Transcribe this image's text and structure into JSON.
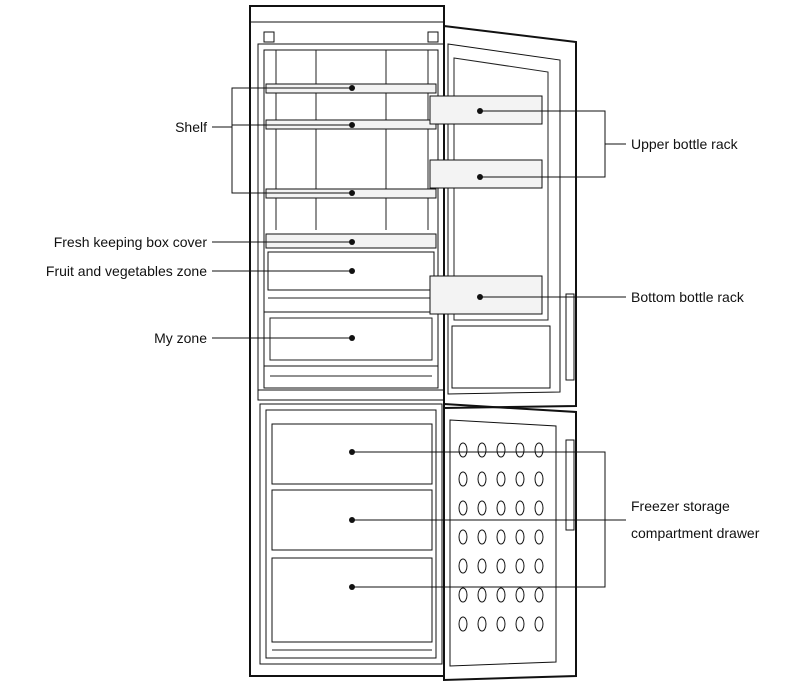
{
  "labels": {
    "shelf": "Shelf",
    "fresh_keeping_box_cover": "Fresh keeping box cover",
    "fruit_and_vegetables_zone": "Fruit and vegetables zone",
    "my_zone": "My zone",
    "upper_bottle_rack": "Upper bottle rack",
    "bottom_bottle_rack": "Bottom bottle rack",
    "freezer_storage_line1": "Freezer storage",
    "freezer_storage_line2": "compartment drawer"
  },
  "colors": {
    "line": "#111111",
    "background": "#ffffff"
  }
}
